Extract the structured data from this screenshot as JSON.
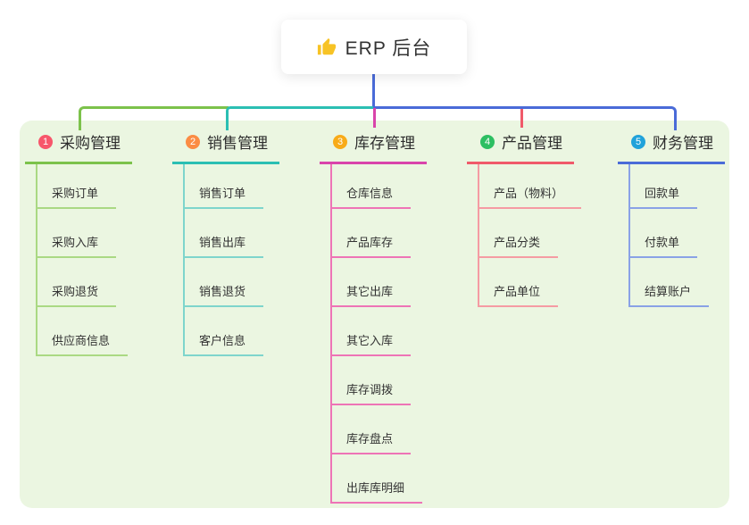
{
  "root": {
    "label": "ERP 后台",
    "icon": "thumbs-up-icon",
    "icon_color": "#f7c325"
  },
  "colors": {
    "panel_background": "#ebf6e1",
    "root_connector": "#4a6bd8",
    "text_primary": "#333333"
  },
  "branches": [
    {
      "num": "1",
      "label": "采购管理",
      "badge_color": "#f7566b",
      "line_color": "#7cc24b",
      "sub_line_color": "#aad983",
      "items": [
        "采购订单",
        "采购入库",
        "采购退货",
        "供应商信息"
      ]
    },
    {
      "num": "2",
      "label": "销售管理",
      "badge_color": "#fb8c44",
      "line_color": "#2bbfb3",
      "sub_line_color": "#7ed5cc",
      "items": [
        "销售订单",
        "销售出库",
        "销售退货",
        "客户信息"
      ]
    },
    {
      "num": "3",
      "label": "库存管理",
      "badge_color": "#f8ab18",
      "line_color": "#d944ab",
      "sub_line_color": "#ee74b6",
      "items": [
        "仓库信息",
        "产品库存",
        "其它出库",
        "其它入库",
        "库存调拨",
        "库存盘点",
        "出库库明细"
      ]
    },
    {
      "num": "4",
      "label": "产品管理",
      "badge_color": "#2dbf62",
      "line_color": "#f05a6a",
      "sub_line_color": "#f59ba3",
      "items": [
        "产品（物料）",
        "产品分类",
        "产品单位"
      ]
    },
    {
      "num": "5",
      "label": "财务管理",
      "badge_color": "#20a2da",
      "line_color": "#4a6bd8",
      "sub_line_color": "#8aa2e6",
      "items": [
        "回款单",
        "付款单",
        "结算账户"
      ]
    }
  ]
}
